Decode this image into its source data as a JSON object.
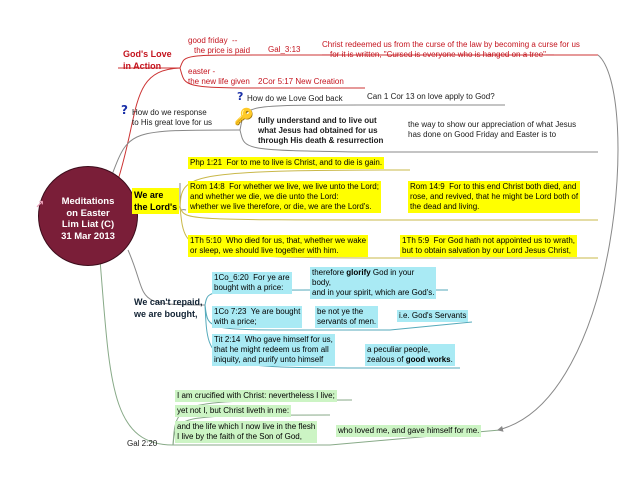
{
  "center": {
    "lines": [
      "Meditations",
      "on Easter",
      "Lim Liat (C)",
      "31 Mar 2013"
    ]
  },
  "gods_love": {
    "title": [
      "God's Love",
      "in Action"
    ],
    "good_friday": [
      "good friday  --",
      "the price is paid"
    ],
    "gal_ref": "Gal_3:13",
    "christ_redeemed": [
      "Christ redeemed us from the curse of the law by becoming a curse for us",
      "—for it is written, \"Cursed is everyone who is hanged on a tree\"—"
    ],
    "easter": [
      "easter -",
      "the new life given"
    ],
    "cor_ref": "2Cor 5:17 New Creation"
  },
  "respond": {
    "title": [
      "How do we response",
      "to His great love for us"
    ],
    "love_back": "How do we Love God back",
    "cor13": "Can 1 Cor 13 on love apply to God?",
    "fully": [
      "fully understand and to live out",
      "what Jesus had obtained for us",
      "through His death & resurrection"
    ],
    "way": [
      "the way to show our appreciation of what Jesus",
      "has done on Good Friday and Easter is to"
    ]
  },
  "lords": {
    "title": [
      "We are",
      "the Lord's"
    ],
    "php": "Php 1:21  For to me to live is Christ, and to die is gain.",
    "rom14_8": [
      "Rom 14:8  For whether we live, we live unto the Lord;",
      "and whether we die, we die unto the Lord:",
      "whether we live therefore, or die, we are the Lord's."
    ],
    "rom14_9": [
      "Rom 14:9  For to this end Christ both died, and",
      "rose, and revived, that he might be Lord both of",
      "the dead and living."
    ],
    "th5_10": [
      "1Th 5:10  Who died for us, that, whether we wake",
      "or sleep, we should live together with him."
    ],
    "th5_9": [
      "1Th 5:9  For God hath not appointed us to wrath,",
      "but to obtain salvation by our Lord Jesus Christ,"
    ]
  },
  "repaid": {
    "title": [
      "We can't repaid,",
      "we are bought,"
    ],
    "co6_20": [
      "1Co_6:20  For ye are",
      "bought with a price:"
    ],
    "glorify": {
      "pre": "therefore ",
      "bold": "glorify",
      "post": [
        " God in your",
        "body,",
        "and in your spirit, which are God's."
      ]
    },
    "co7_23": [
      "1Co 7:23  Ye are bought",
      "with a price;"
    ],
    "be_not": [
      "be not ye the",
      "servants of men."
    ],
    "ie": "i.e. God's Servants",
    "tit": [
      "Tit 2:14  Who gave himself for us,",
      "that he might redeem us from all",
      "iniquity, and purify unto himself"
    ],
    "peculiar": {
      "line1": "a peculiar people,",
      "pre": "zealous of ",
      "bold": "good works",
      "post": "."
    }
  },
  "gal": {
    "title": "Gal 2:20",
    "crucified": "I am crucified with Christ: nevertheless I live;",
    "yet": "yet not I, but Christ liveth in me:",
    "life": [
      "and the life which I now live in the flesh",
      "I live by the faith of the Son of God,"
    ],
    "who_loved": "who loved me, and gave himself for me."
  },
  "colors": {
    "center": "#7a1e38",
    "highlight_yellow": "#ffff00",
    "highlight_cyan": "#a9eaf4",
    "highlight_green": "#ccf4c4",
    "title_red": "#c4141e",
    "title_blue": "#1a30a8"
  },
  "icons": [
    "question-icon",
    "key-icon",
    "arrow-icon"
  ]
}
